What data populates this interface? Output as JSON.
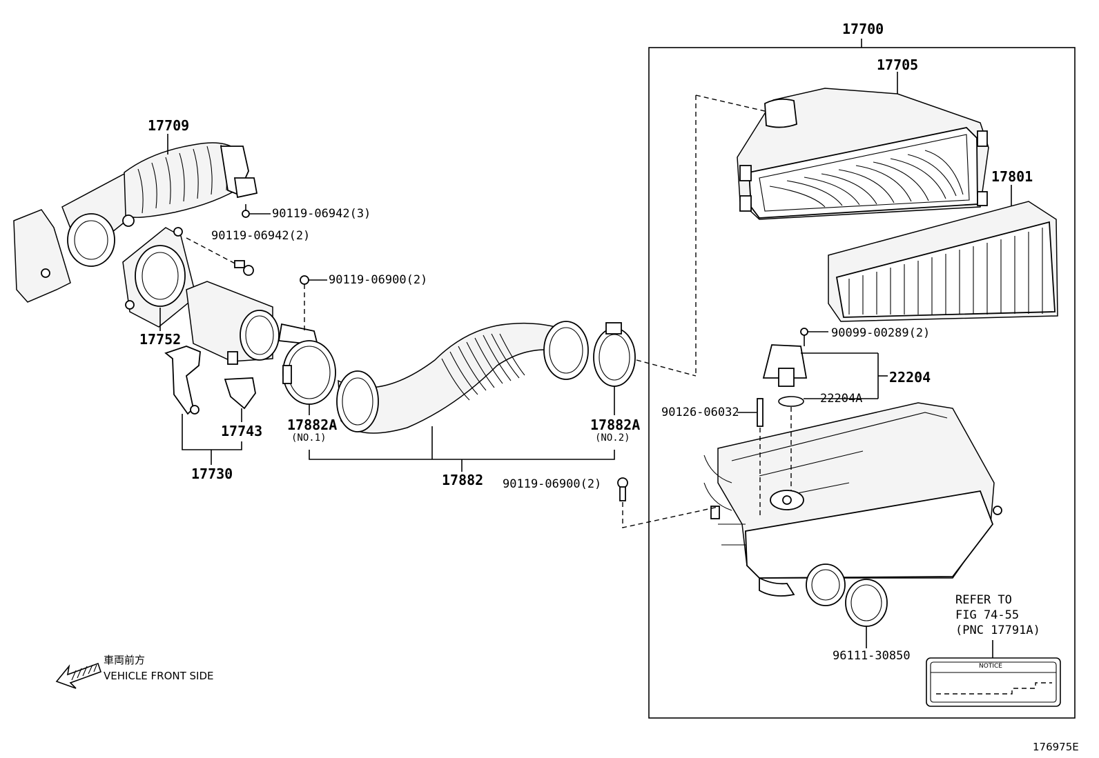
{
  "parts": {
    "p17700": "17700",
    "p17705": "17705",
    "p17801": "17801",
    "p17709": "17709",
    "p17752": "17752",
    "p17743": "17743",
    "p17730": "17730",
    "p17882A_1": "17882A",
    "p17882A_1_note": "(NO.1)",
    "p17882A_2": "17882A",
    "p17882A_2_note": "(NO.2)",
    "p17882": "17882",
    "p22204": "22204",
    "p22204A": "22204A",
    "p96111": "96111-30850"
  },
  "fasteners": {
    "f_06942_3": "90119-06942(3)",
    "f_06942_2": "90119-06942(2)",
    "f_06900_top": "90119-06900(2)",
    "f_06900_bottom": "90119-06900(2)",
    "f_00289": "90099-00289(2)",
    "f_06032": "90126-06032"
  },
  "refer": {
    "line1": "REFER TO",
    "line2": "FIG 74-55",
    "line3": "(PNC 17791A)",
    "notice": "NOTICE"
  },
  "direction": {
    "jp": "車両前方",
    "en": "VEHICLE FRONT SIDE"
  },
  "figure_id": "176975E"
}
